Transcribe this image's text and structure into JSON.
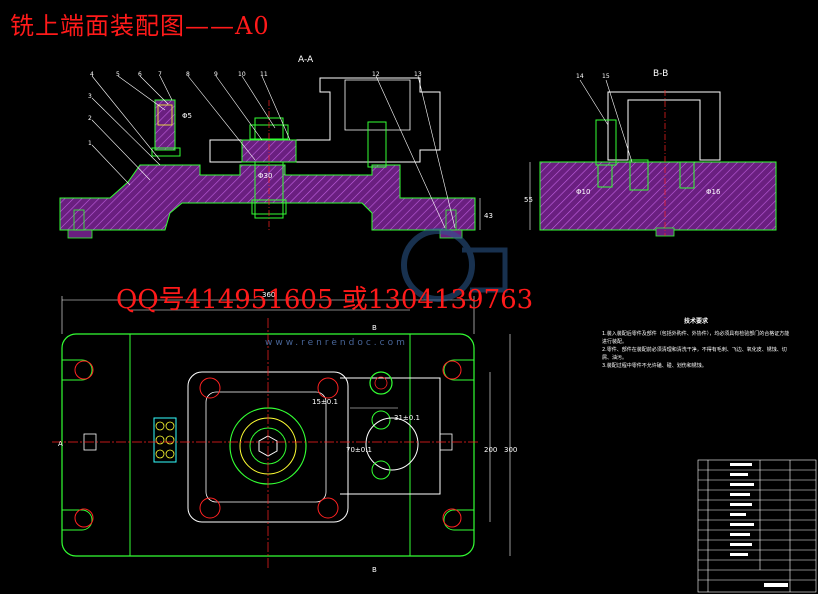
{
  "title": "铣上端面装配图——A0",
  "contact": "QQ号414951605 或1304139763",
  "views": {
    "section_aa": "A-A",
    "section_bb": "B-B",
    "mark_a_left": "A",
    "mark_b_top": "B",
    "mark_b_bottom": "B"
  },
  "part_numbers": [
    "4",
    "5",
    "6",
    "7",
    "8",
    "9",
    "10",
    "11",
    "3",
    "2",
    "1",
    "12",
    "13",
    "14",
    "15"
  ],
  "dimensions": {
    "height_front": "43",
    "height_side": "55",
    "width_top": "360",
    "dim_right_200": "200",
    "dim_right_300": "300",
    "dim_hole_a": "31±0.1",
    "dim_hole_b": "70±0.1",
    "dim_small": "15±0.1",
    "dia_5": "Φ5",
    "dia_30": "Φ30",
    "dia_10": "Φ10",
    "dia_16": "Φ16"
  },
  "tech_requirements": {
    "title": "技术要求",
    "lines": [
      "1.装入装配后零件及部件（包括外购件、外协件），均必须具有检验部门的合格证方能进行装配。",
      "2.零件、部件在装配前必须清理和清洗干净，不得有毛刺、飞边、氧化皮、锈蚀、切屑、油污。",
      "3.装配过程中零件不允许磕、碰、划伤和锈蚀。"
    ]
  },
  "watermark": "www.renrendoc.com",
  "colors": {
    "outline": "#33ff33",
    "hatch": "#b040d0",
    "red": "#ff2222",
    "white": "#ffffff",
    "cyan": "#33ffff",
    "yellow": "#ffff33",
    "blue_dim": "#4a5cff"
  }
}
